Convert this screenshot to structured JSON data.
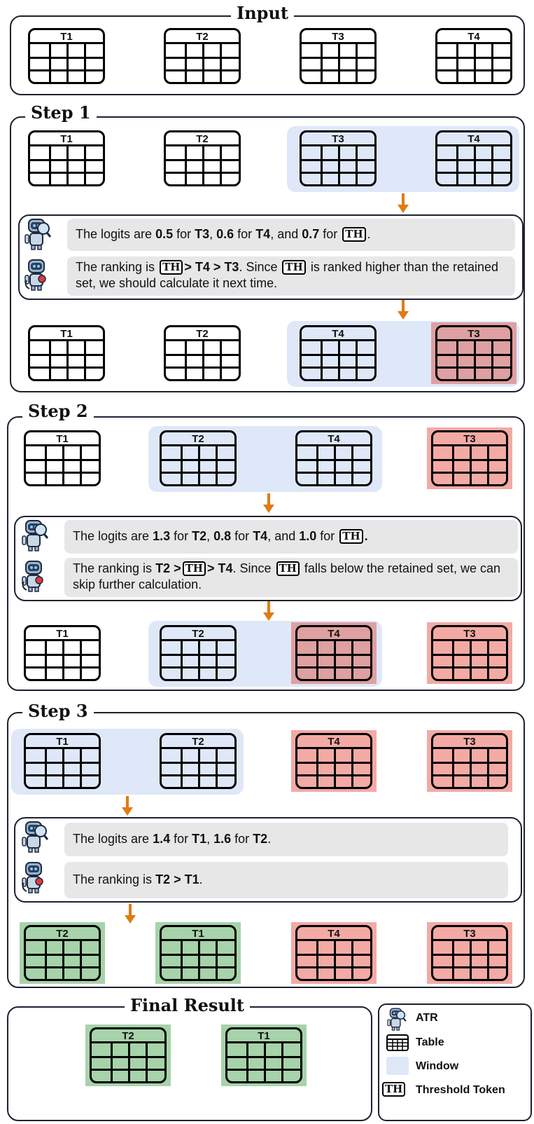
{
  "titles": {
    "input": "Input",
    "step1": "Step 1",
    "step2": "Step 2",
    "step3": "Step 3",
    "final": "Final Result"
  },
  "tables": {
    "t1": "T1",
    "t2": "T2",
    "t3": "T3",
    "t4": "T4"
  },
  "step1": {
    "logits": [
      "The logits are ",
      "0.5",
      " for ",
      "T3",
      ", ",
      "0.6",
      " for ",
      "T4",
      ", and ",
      "0.7",
      " for ",
      "."
    ],
    "ranking": [
      "The ranking is ",
      "> T4 > T3",
      ". Since ",
      " is ranked higher than the retained set, we should calculate it next time."
    ]
  },
  "step2": {
    "logits": [
      "The logits are ",
      "1.3",
      " for ",
      "T2",
      ", ",
      "0.8",
      " for ",
      "T4",
      ", and ",
      "1.0",
      " for ",
      "."
    ],
    "ranking": [
      "The ranking is ",
      "T2 >",
      "> T4",
      ". Since ",
      " falls below the retained set, we can skip further calculation."
    ]
  },
  "step3": {
    "logits": [
      "The logits are ",
      "1.4",
      " for ",
      "T1",
      ", ",
      "1.6",
      " for ",
      "T2",
      "."
    ],
    "ranking": [
      "The ranking is ",
      "T2 > T1",
      "."
    ]
  },
  "threshold_token": "TH",
  "legend": {
    "atr": "ATR",
    "table": "Table",
    "window": "Window",
    "threshold": "Threshold Token"
  },
  "colors": {
    "window": "#dfe8f8",
    "pruned": "#f3aaa5",
    "pruned_current": "#dea0a1",
    "result": "#a6d3a9",
    "arrow": "#e07b13"
  }
}
